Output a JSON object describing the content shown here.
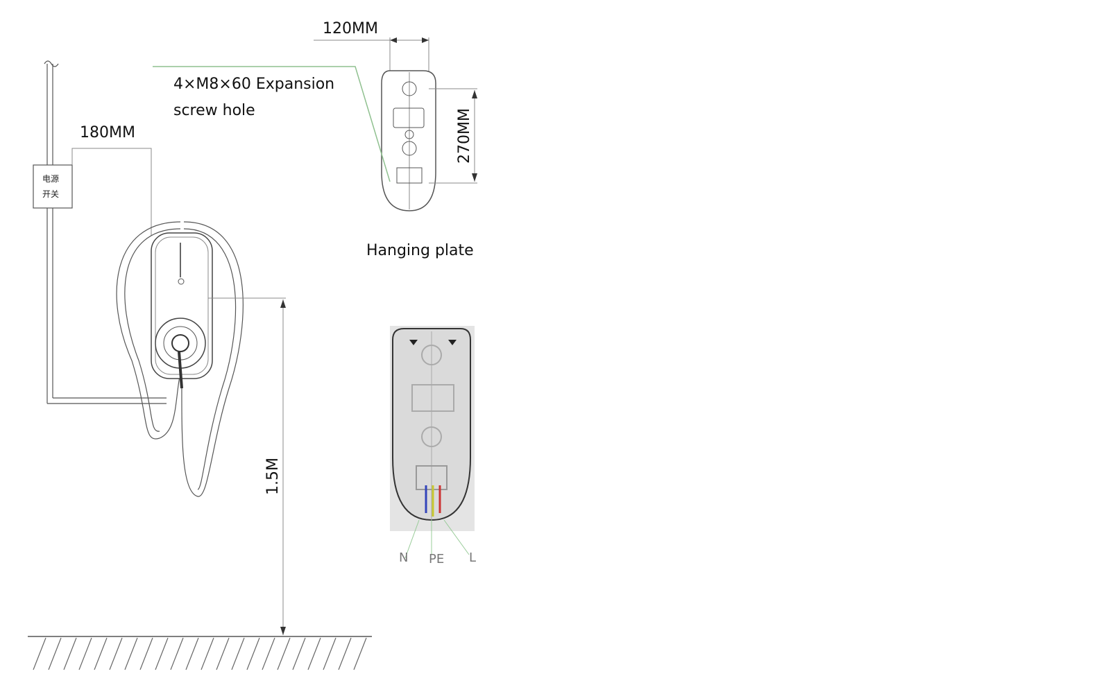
{
  "labels": {
    "width_dim": "120MM",
    "height_dim": "270MM",
    "screw": "4×M8×60 Expansion",
    "screw_line2": "screw hole",
    "side_dim": "180MM",
    "switch_line1": "电源",
    "switch_line2": "开关",
    "hanging_plate": "Hanging plate",
    "mount_height": "1.5M",
    "wire_n": "N",
    "wire_pe": "PE",
    "wire_l": "L"
  },
  "colors": {
    "wire_n": "#3344bb",
    "wire_pe": "#c8c830",
    "wire_l": "#cc3333",
    "leader": "#8fc08f"
  }
}
